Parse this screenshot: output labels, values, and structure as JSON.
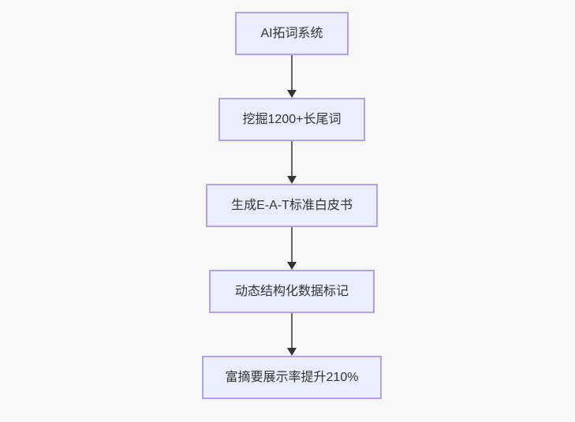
{
  "diagram": {
    "type": "flowchart",
    "direction": "top-down",
    "nodes": [
      {
        "id": "n1",
        "label": "AI拓词系统"
      },
      {
        "id": "n2",
        "label": "挖掘1200+长尾词"
      },
      {
        "id": "n3",
        "label": "生成E-A-T标准白皮书"
      },
      {
        "id": "n4",
        "label": "动态结构化数据标记"
      },
      {
        "id": "n5",
        "label": "富摘要展示率提升210%"
      }
    ],
    "edges": [
      {
        "from": "n1",
        "to": "n2",
        "style": "arrow-down"
      },
      {
        "from": "n2",
        "to": "n3",
        "style": "arrow-down"
      },
      {
        "from": "n3",
        "to": "n4",
        "style": "arrow-down"
      },
      {
        "from": "n4",
        "to": "n5",
        "style": "arrow-down"
      }
    ],
    "colors": {
      "background": "#F8F8F8",
      "node_fill": "#ECECFF",
      "node_border": "#B3A2E0",
      "text": "#333333",
      "arrow_line": "#666666",
      "arrow_head": "#333333"
    }
  }
}
